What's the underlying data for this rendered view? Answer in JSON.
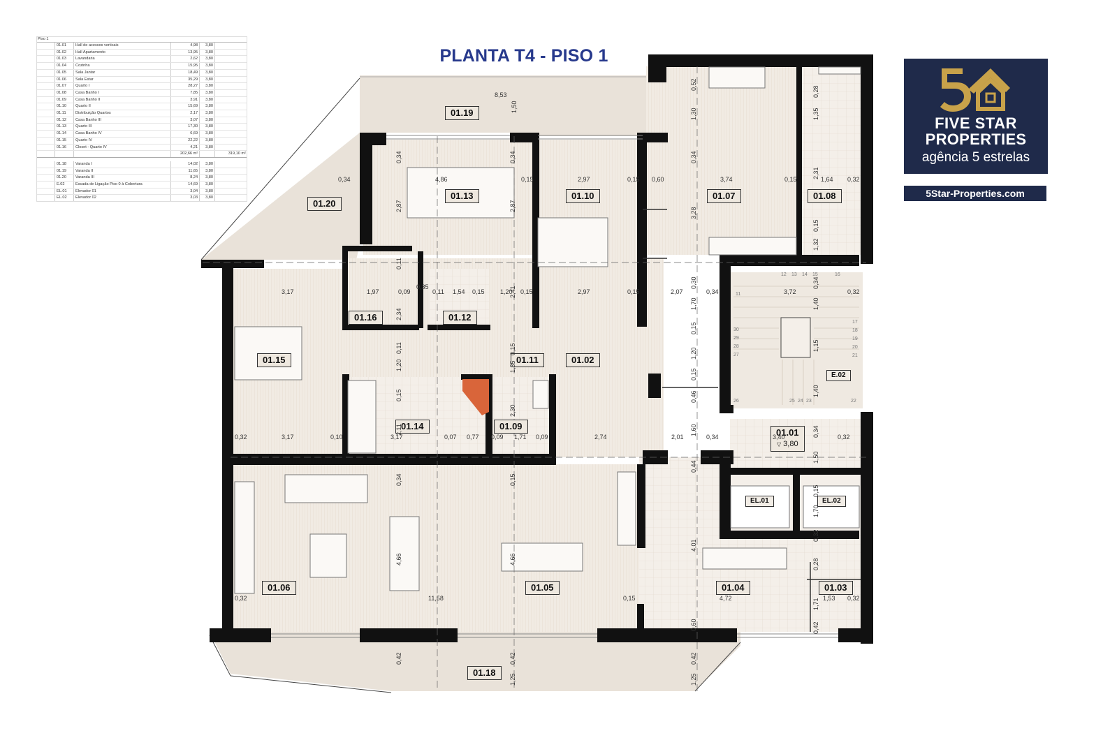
{
  "title": "PLANTA T4 - PISO 1",
  "brand": {
    "line1": "FIVE STAR",
    "line2": "PROPERTIES",
    "line3": "agência 5 estrelas",
    "url": "5Star-Properties.com",
    "colors": {
      "navy": "#1f2a4a",
      "gold": "#c8a24a",
      "title_blue": "#27398c"
    }
  },
  "schedule": {
    "header": "Piso 1",
    "rows": [
      {
        "code": "01.01",
        "name": "Hall de acessos verticais",
        "area": "4,98",
        "height": "3,80"
      },
      {
        "code": "01.02",
        "name": "Hall Apartamento",
        "area": "13,95",
        "height": "3,80"
      },
      {
        "code": "01.03",
        "name": "Lavandaria",
        "area": "2,62",
        "height": "3,80"
      },
      {
        "code": "01.04",
        "name": "Cozinha",
        "area": "15,95",
        "height": "3,80"
      },
      {
        "code": "01.05",
        "name": "Sala Jantar",
        "area": "18,49",
        "height": "3,80"
      },
      {
        "code": "01.06",
        "name": "Sala Estar",
        "area": "35,29",
        "height": "3,80"
      },
      {
        "code": "01.07",
        "name": "Quarto I",
        "area": "28,27",
        "height": "3,80"
      },
      {
        "code": "01.08",
        "name": "Casa Banho I",
        "area": "7,85",
        "height": "3,80"
      },
      {
        "code": "01.09",
        "name": "Casa Banho II",
        "area": "3,91",
        "height": "3,80"
      },
      {
        "code": "01.10",
        "name": "Quarto II",
        "area": "15,69",
        "height": "3,80"
      },
      {
        "code": "01.11",
        "name": "Distribuição Quartos",
        "area": "2,17",
        "height": "3,80"
      },
      {
        "code": "01.12",
        "name": "Casa Banho III",
        "area": "3,07",
        "height": "3,80"
      },
      {
        "code": "01.13",
        "name": "Quarto III",
        "area": "17,30",
        "height": "3,80"
      },
      {
        "code": "01.14",
        "name": "Casa Banho IV",
        "area": "6,69",
        "height": "3,80"
      },
      {
        "code": "01.15",
        "name": "Quarto IV",
        "area": "22,22",
        "height": "3,80"
      },
      {
        "code": "01.16",
        "name": "Closet - Quarto IV",
        "area": "4,21",
        "height": "3,80"
      }
    ],
    "subtotal": "202,66 m²",
    "total": "319,10 m²",
    "rows2": [
      {
        "code": "01.18",
        "name": "Varanda I",
        "area": "14,02",
        "height": "3,80"
      },
      {
        "code": "01.19",
        "name": "Varanda II",
        "area": "11,65",
        "height": "3,80"
      },
      {
        "code": "01.20",
        "name": "Varanda III",
        "area": "8,24",
        "height": "3,80"
      },
      {
        "code": "E.02",
        "name": "Escada de Ligação Piso 0 à Cobertura",
        "area": "14,69",
        "height": "3,80"
      },
      {
        "code": "EL.01",
        "name": "Elevador 01",
        "area": "3,04",
        "height": "3,80"
      },
      {
        "code": "EL.02",
        "name": "Elevador 02",
        "area": "3,03",
        "height": "3,80"
      }
    ]
  },
  "rooms": {
    "r0101": "01.01",
    "r0101_h": "3,80",
    "r0102": "01.02",
    "r0103": "01.03",
    "r0104": "01.04",
    "r0105": "01.05",
    "r0106": "01.06",
    "r0107": "01.07",
    "r0108": "01.08",
    "r0109": "01.09",
    "r0110": "01.10",
    "r0111": "01.11",
    "r0112": "01.12",
    "r0113": "01.13",
    "r0114": "01.14",
    "r0115": "01.15",
    "r0116": "01.16",
    "r0118": "01.18",
    "r0119": "01.19",
    "r0120": "01.20",
    "e02": "E.02",
    "el01": "EL.01",
    "el02": "EL.02"
  },
  "dims": {
    "d853": "8,53",
    "d150a": "1,50",
    "d034a": "0,34",
    "d034b": "0,34",
    "d034c": "0,34",
    "d486": "4,86",
    "d015a": "0,15",
    "d297a": "2,97",
    "d015b": "0,15",
    "d060": "0,60",
    "d374": "3,74",
    "d015c": "0,15",
    "d164": "1,64",
    "d032a": "0,32",
    "d287a": "2,87",
    "d287b": "2,87",
    "d328": "3,28",
    "d052": "0,52",
    "d130": "1,30",
    "d028": "0,28",
    "d135a": "1,35",
    "d231": "2,31",
    "d015d": "0,15",
    "d132": "1,32",
    "d317a": "3,17",
    "d197": "1,97",
    "d009a": "0,09",
    "d035": "0,35",
    "d011a": "0,11",
    "d154": "1,54",
    "d015e": "0,15",
    "d120a": "1,20",
    "d015f": "0,15",
    "d297b": "2,97",
    "d015g": "0,15",
    "d207": "2,07",
    "d034d": "0,34",
    "d372": "3,72",
    "d032b": "0,32",
    "d011b": "0,11",
    "d234": "2,34",
    "d241": "2,41",
    "d030": "0,30",
    "d170a": "1,70",
    "d015h": "0,15",
    "d140a": "1,40",
    "d011c": "0,11",
    "d120b": "1,20",
    "d015i": "0,15",
    "d135b": "1,35",
    "d120c": "1,20",
    "d015j": "0,15",
    "d115": "1,15",
    "d015k": "0,15",
    "d046": "0,46",
    "d140b": "1,40",
    "d230": "2,30",
    "d211": "2,11",
    "d160": "1,60",
    "d034e": "0,34",
    "d032c": "0,32",
    "d317b": "3,17",
    "d010": "0,10",
    "d317c": "3,17",
    "d007": "0,07",
    "d077": "0,77",
    "d009b": "0,09",
    "d171a": "1,71",
    "d009c": "0,09",
    "d274": "2,74",
    "d201": "2,01",
    "d034f": "0,34",
    "d340": "3,40",
    "d032d": "0,32",
    "d150b": "1,50",
    "d034g": "0,34",
    "d015l": "0,15",
    "d044": "0,44",
    "d015m": "0,15",
    "d170b": "1,70",
    "d032e": "0,32",
    "d466a": "4,66",
    "d466b": "4,66",
    "d401": "4,01",
    "d060b": "0,60",
    "d032f": "0,32",
    "d1158": "11,58",
    "d015n": "0,15",
    "d472": "4,72",
    "d171b": "1,71",
    "d153": "1,53",
    "d032g": "0,32",
    "d060c": "0,60",
    "d042a": "0,42",
    "d042b": "0,42",
    "d042c": "0,42",
    "d042d": "0,42",
    "d125a": "1,25",
    "d125b": "1,25",
    "d034h": "0,34",
    "d028b": "0,28"
  },
  "stair_numbers": [
    "12",
    "13",
    "14",
    "15",
    "16",
    "11",
    "17",
    "18",
    "19",
    "20",
    "30",
    "29",
    "28",
    "27",
    "21",
    "22",
    "26",
    "25",
    "24",
    "23"
  ]
}
